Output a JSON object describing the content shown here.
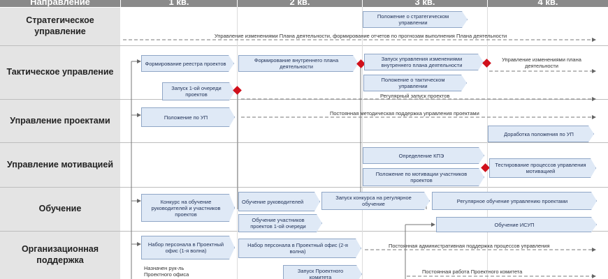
{
  "header": {
    "direction": "Направление",
    "q1": "1 кв.",
    "q2": "2 кв.",
    "q3": "3 кв.",
    "q4": "4 кв."
  },
  "rows": {
    "strategic": "Стратегическое управление",
    "tactical": "Тактическое управление",
    "projects": "Управление проектами",
    "motivation": "Управление мотивацией",
    "training": "Обучение",
    "org": "Организационная поддержка"
  },
  "tasks": {
    "strat_reg": "Положение о стратегическом управлении",
    "strat_line": "Управление изменениями Плана деятельности, формирование отчетов по прогнозам выполнения Плана деятельности",
    "tac_registry": "Формирование реестра проектов",
    "tac_plan": "Формирование внутреннего плана деятельности",
    "tac_launch": "Запуск управления изменениями внутреннего плана деятельности",
    "tac_change": "Управление изменениями плана деятельности",
    "tac_queue": "Запуск 1-ой очереди проектов",
    "tac_reg": "Положение о тактическом управлении",
    "tac_regular": "Регулярный запуск проектов",
    "pm_reg": "Положение по УП",
    "pm_support": "Постоянная методическая поддержка управления проектами",
    "pm_refine": "Доработка положения по УП",
    "mot_kpi": "Определение КПЭ",
    "mot_reg": "Положение по мотивации участников проектов",
    "mot_test": "Тестирование процессов управления мотивацией",
    "tr_contest": "Конкурс на обучение руководителей и участников проектов",
    "tr_leaders": "Обучение руководителей",
    "tr_launch": "Запуск конкурса на регулярное обучение",
    "tr_regular": "Регулярное обучение управлению проектами",
    "tr_members": "Обучение участников проектов 1-ой очереди",
    "tr_isup": "Обучение ИСУП",
    "org_staff1": "Набор персонала в Проектный офис (1-я волна)",
    "org_staff2": "Набор персонала в Проектный офис (2-я волна)",
    "org_support": "Постоянная административная поддержка процессов управления",
    "org_head": "Назначен рук-ль Проектного офиса",
    "org_committee_launch": "Запуск Проектного комитета",
    "org_committee": "Постоянная работа Проектного комитета"
  }
}
